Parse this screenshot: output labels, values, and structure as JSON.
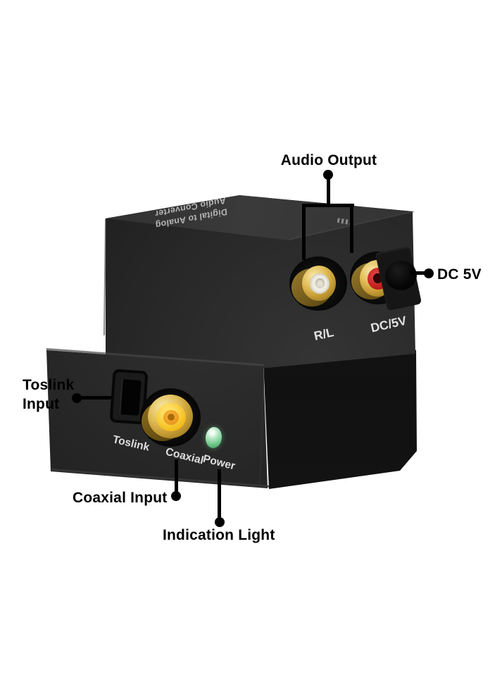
{
  "background": "#ffffff",
  "callouts": {
    "audio_output": {
      "label": "Audio Output"
    },
    "dc_power": {
      "label": "DC 5V"
    },
    "toslink_input": {
      "line1": "Toslink",
      "line2": "Input"
    },
    "coaxial_input": {
      "label": "Coaxial Input"
    },
    "indication_light": {
      "label": "Indication Light"
    }
  },
  "device": {
    "top_unit": {
      "case_print": {
        "line1": "Digital to Analog",
        "line2": "Audio Converter"
      },
      "port_labels": {
        "audio": "R/L",
        "power": "DC/5V"
      }
    },
    "bottom_unit": {
      "port_labels": {
        "toslink": "Toslink",
        "coaxial": "Coaxial",
        "power": "Power"
      }
    }
  },
  "colors": {
    "device_body": "#1f1f1f",
    "jack_gold": "#d6ad45",
    "rca_white_center": "#efece2",
    "rca_red": "#c62222",
    "coaxial_yellow": "#f4c324",
    "led_green": "#7fd098",
    "panel_text": "#e3e3e3",
    "callout_text": "#000000"
  }
}
